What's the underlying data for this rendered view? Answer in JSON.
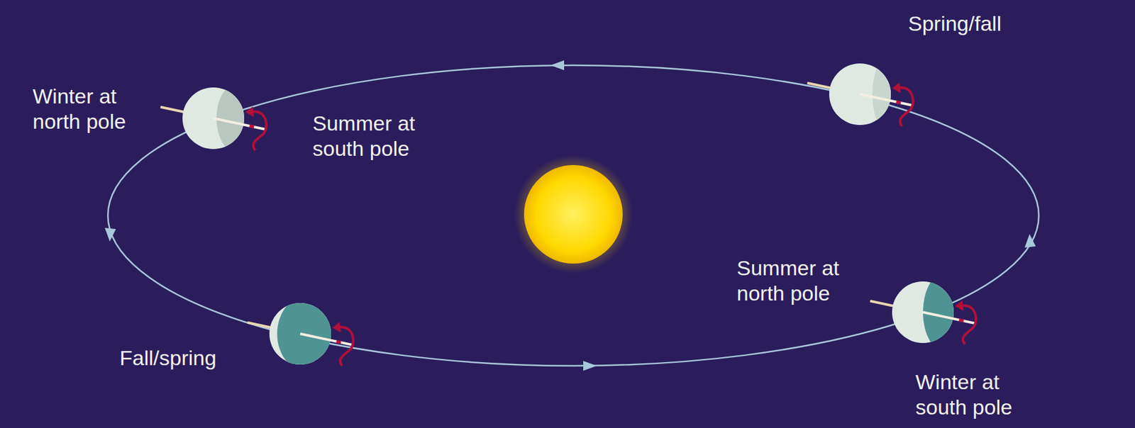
{
  "diagram": {
    "labels": [
      "Spring/fall",
      "Winter at north pole",
      "Summer at south pole",
      "Summer at north pole",
      "Fall/spring",
      "Winter at south pole"
    ]
  }
}
